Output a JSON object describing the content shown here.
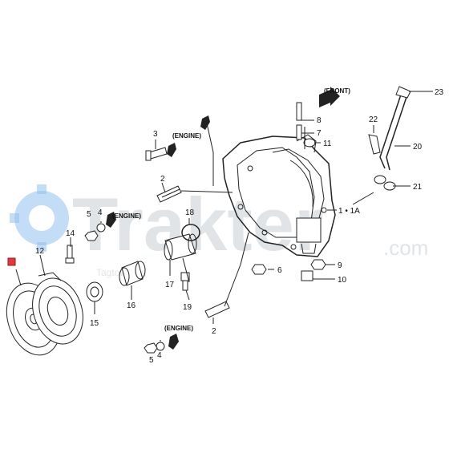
{
  "watermark": {
    "brand": "Trakter",
    "suffix": ".com",
    "tagline": "Tagtow lidis",
    "gear_color": "#3a8ee0",
    "text_color": "#c9ced4"
  },
  "direction": {
    "front_label": "(FRONT)",
    "engine_label": "(ENGINE)"
  },
  "highlight_color": "#e8343a",
  "callouts": {
    "n1_1a": "1 • 1A",
    "n2a": "2",
    "n2b": "2",
    "n3": "3",
    "n4a": "4",
    "n4b": "4",
    "n5a": "5",
    "n5b": "5",
    "n6": "6",
    "n7": "7",
    "n8": "8",
    "n9": "9",
    "n10": "10",
    "n11": "11",
    "n12": "12",
    "n14": "14",
    "n15": "15",
    "n16": "16",
    "n17": "17",
    "n18": "18",
    "n19": "19",
    "n20": "20",
    "n21": "21",
    "n22": "22",
    "n23": "23"
  }
}
